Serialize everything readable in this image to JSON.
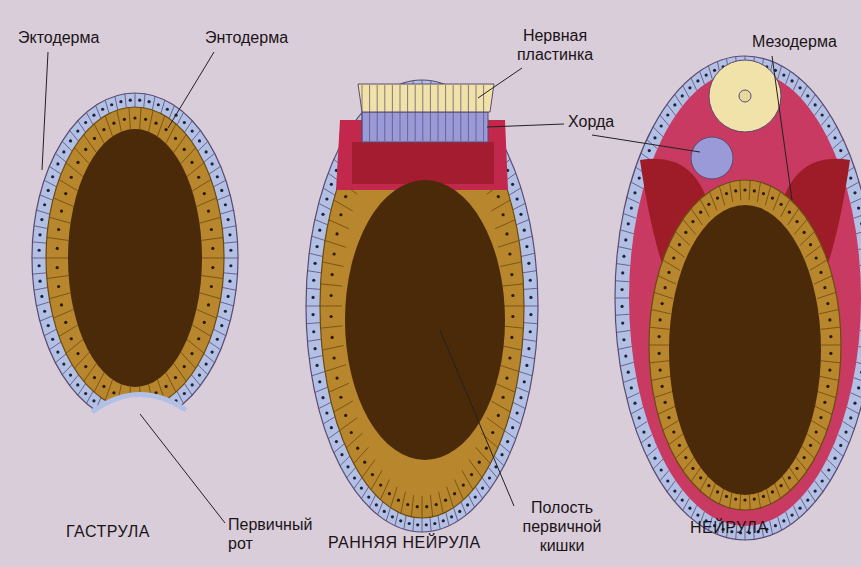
{
  "diagram": {
    "labels": [
      "Эктодерма",
      "Энтодерма",
      "Нервная пластинка",
      "Хорда",
      "Мезодерма",
      "Первичный рот",
      "Полость первичной кишки",
      "ГАСТРУЛА",
      "РАННЯЯ НЕЙРУЛА",
      "НЕЙРУЛА"
    ]
  }
}
